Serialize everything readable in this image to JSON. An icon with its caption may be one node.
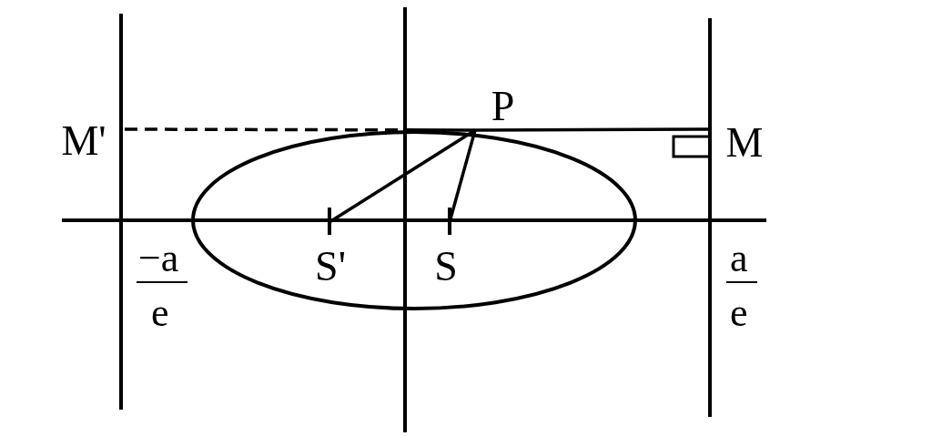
{
  "diagram": {
    "nodes": [
      {
        "text": [
          "P"
        ]
      },
      {
        "text": [
          "M'"
        ]
      },
      {
        "text": [
          "M"
        ]
      },
      {
        "text": [
          "S'"
        ]
      },
      {
        "text": [
          "S"
        ]
      }
    ],
    "edges": [
      {
        "from": 1,
        "to": 0,
        "arrow": "none",
        "style": "dashed"
      },
      {
        "from": 0,
        "to": 2,
        "arrow": "none"
      },
      {
        "from": 0,
        "to": 3,
        "arrow": "none"
      },
      {
        "from": 0,
        "to": 4,
        "arrow": "none"
      }
    ],
    "labels": [
      "−a",
      "e",
      "a",
      "e"
    ]
  }
}
